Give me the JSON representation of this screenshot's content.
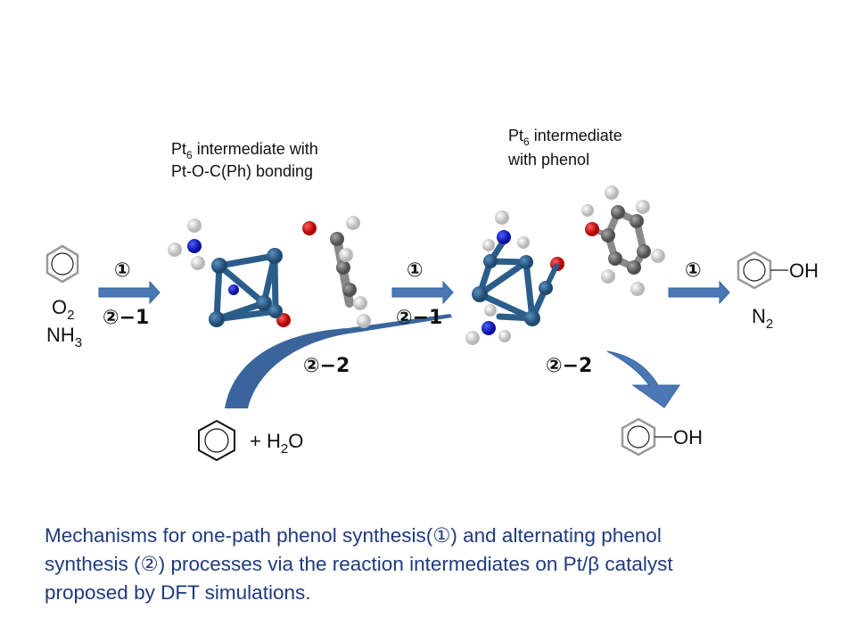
{
  "colors": {
    "arrow": "#3f6fae",
    "pt": "#2b5d8a",
    "oxygen": "#e01010",
    "nitrogen": "#1520d0",
    "hydrogen": "#f2f2f2",
    "carbon": "#7a7a7a",
    "caption": "#1f3a7d"
  },
  "reactants": {
    "o2": "O",
    "o2_sub": "2",
    "nh3": "NH",
    "nh3_sub": "3"
  },
  "steps": {
    "one": "①",
    "two_one": "②−1",
    "two_two": "②−2"
  },
  "intermediate1": {
    "line1_a": "Pt",
    "line1_sub": "6",
    "line1_b": " intermediate with",
    "line2": "Pt-O-C(Ph) bonding"
  },
  "intermediate2": {
    "line1_a": "Pt",
    "line1_sub": "6",
    "line1_b": " intermediate",
    "line2": "with phenol"
  },
  "byproduct": {
    "plus_h2o_a": "+ H",
    "plus_h2o_sub": "2",
    "plus_h2o_b": "O"
  },
  "products": {
    "oh_top": "OH",
    "n2": "N",
    "n2_sub": "2",
    "oh_bottom": "OH"
  },
  "caption": {
    "line1": "Mechanisms for one-path phenol synthesis(①) and alternating phenol",
    "line2": "synthesis (②) processes via the reaction intermediates on Pt/β catalyst",
    "line3": "proposed by DFT simulations."
  }
}
